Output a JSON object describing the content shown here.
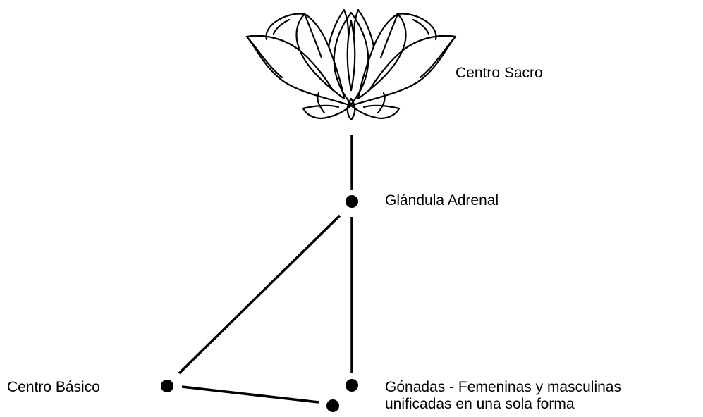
{
  "diagram": {
    "labels": {
      "centro_sacro": "Centro Sacro",
      "glandula_adrenal": "Glándula Adrenal",
      "centro_basico": "Centro Básico",
      "gonadas_line1": "Gónadas - Femeninas y masculinas",
      "gonadas_line2": "unificadas en una sola forma"
    },
    "colors": {
      "ink": "#000000",
      "background": "#ffffff"
    },
    "icons": {
      "flower": "lotus-icon"
    }
  }
}
